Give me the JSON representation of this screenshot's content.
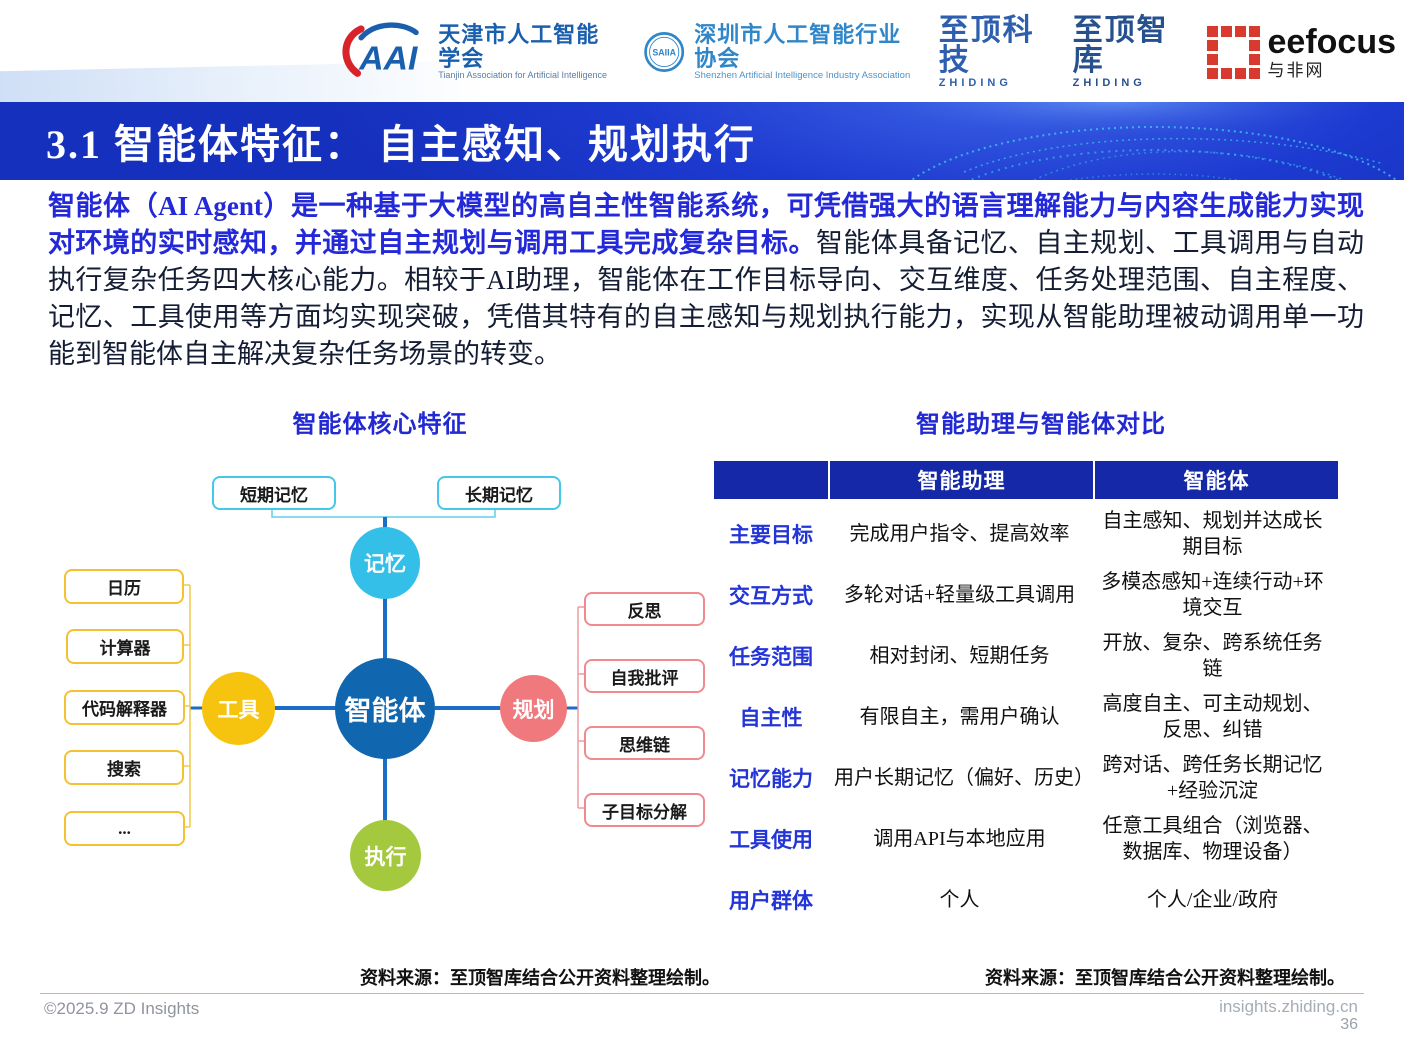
{
  "header": {
    "logos": {
      "taai": {
        "cn": "天津市人工智能学会",
        "en": "Tianjin Association for Artificial Intelligence"
      },
      "saiia": {
        "badge": "SAIIA",
        "cn": "深圳市人工智能行业协会",
        "en": "Shenzhen Artificial Intelligence Industry Association"
      },
      "zhiding_tech": {
        "cn": "至顶科技",
        "en": "ZHIDING"
      },
      "zhiding_thinktank": {
        "cn": "至顶智库",
        "en": "ZHIDING"
      },
      "eefocus": {
        "name": "eefocus",
        "cn": "与非网"
      }
    }
  },
  "title_bar": {
    "title": "3.1 智能体特征： 自主感知、规划执行"
  },
  "intro": {
    "highlight": "智能体（AI Agent）是一种基于大模型的高自主性智能系统，可凭借强大的语言理解能力与内容生成能力实现对环境的实时感知，并通过自主规划与调用工具完成复杂目标。",
    "rest": "智能体具备记忆、自主规划、工具调用与自动执行复杂任务四大核心能力。相较于AI助理，智能体在工作目标导向、交互维度、任务处理范围、自主程度、记忆、工具使用等方面均实现突破，凭借其特有的自主感知与规划执行能力，实现从智能助理被动调用单一功能到智能体自主解决复杂任务场景的转变。"
  },
  "diagram": {
    "title": "智能体核心特征",
    "center": "智能体",
    "nodes": {
      "memory": "记忆",
      "tool": "工具",
      "plan": "规划",
      "execute": "执行"
    },
    "memory_items": [
      "短期记忆",
      "长期记忆"
    ],
    "tool_items": [
      "日历",
      "计算器",
      "代码解释器",
      "搜索",
      "..."
    ],
    "plan_items": [
      "反思",
      "自我批评",
      "思维链",
      "子目标分解"
    ],
    "source": "资料来源：至顶智库结合公开资料整理绘制。"
  },
  "comparison": {
    "title": "智能助理与智能体对比",
    "col_headers": [
      "智能助理",
      "智能体"
    ],
    "rows": [
      {
        "label": "主要目标",
        "assistant": "完成用户指令、提高效率",
        "agent": "自主感知、规划并达成长期目标"
      },
      {
        "label": "交互方式",
        "assistant": "多轮对话+轻量级工具调用",
        "agent": "多模态感知+连续行动+环境交互"
      },
      {
        "label": "任务范围",
        "assistant": "相对封闭、短期任务",
        "agent": "开放、复杂、跨系统任务链"
      },
      {
        "label": "自主性",
        "assistant": "有限自主，需用户确认",
        "agent": "高度自主、可主动规划、反思、纠错"
      },
      {
        "label": "记忆能力",
        "assistant": "用户长期记忆（偏好、历史）",
        "agent": "跨对话、跨任务长期记忆+经验沉淀"
      },
      {
        "label": "工具使用",
        "assistant": "调用API与本地应用",
        "agent": "任意工具组合（浏览器、数据库、物理设备）"
      },
      {
        "label": "用户群体",
        "assistant": "个人",
        "agent": "个人/企业/政府"
      }
    ],
    "source": "资料来源：至顶智库结合公开资料整理绘制。"
  },
  "footer": {
    "copyright": "©2025.9 ZD Insights",
    "site": "insights.zhiding.cn",
    "page": "36"
  },
  "colors": {
    "title_bar_blue": "#1d3ad0",
    "table_header_blue": "#1528a8",
    "accent_text_blue": "#2329d8",
    "node_center_blue": "#1166b0",
    "node_memory_cyan": "#33bfe8",
    "node_tool_yellow": "#f6c40e",
    "node_plan_pink": "#f0797e",
    "node_execute_green": "#a5c93e",
    "eefocus_red": "#d93a30"
  }
}
